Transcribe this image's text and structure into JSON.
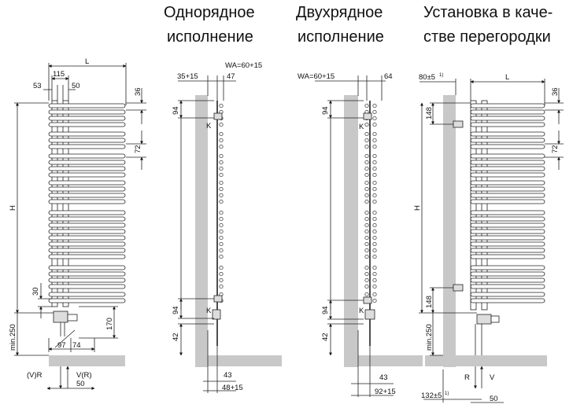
{
  "headers": {
    "single": [
      "Однорядное",
      "исполнение"
    ],
    "double": [
      "Двухрядное",
      "исполнение"
    ],
    "partition": [
      "Установка в каче-",
      "стве перегородки"
    ]
  },
  "front_view": {
    "L": "L",
    "d115": "115",
    "d53": "53",
    "d50": "50",
    "d36": "36",
    "d72": "72",
    "H": "H",
    "d30": "30",
    "d170": "170",
    "min250": "min.250",
    "d97": "97",
    "d74": "74",
    "VR_left": "(V)R",
    "VR_right": "V(R)",
    "d50b": "50"
  },
  "single_side": {
    "d35_15": "35+15",
    "WA": "WA=60+15",
    "d47": "47",
    "d94a": "94",
    "K1": "K",
    "d94b": "94",
    "K2": "K",
    "d42": "42",
    "d43": "43",
    "d48_15": "48+15"
  },
  "double_side": {
    "WA": "WA=60+15",
    "d64": "64",
    "d94a": "94",
    "K1": "K",
    "d94b": "94",
    "K2": "K",
    "d42": "42",
    "d43": "43",
    "d92_15": "92+15"
  },
  "partition_view": {
    "d80": "80±5",
    "d80_sup": "1)",
    "L": "L",
    "d36": "36",
    "d148a": "148",
    "d72": "72",
    "H": "H",
    "d148b": "148",
    "min250": "min.250",
    "R": "R",
    "V": "V",
    "d132": "132±5",
    "d132_sup": "1)",
    "d50": "50"
  }
}
